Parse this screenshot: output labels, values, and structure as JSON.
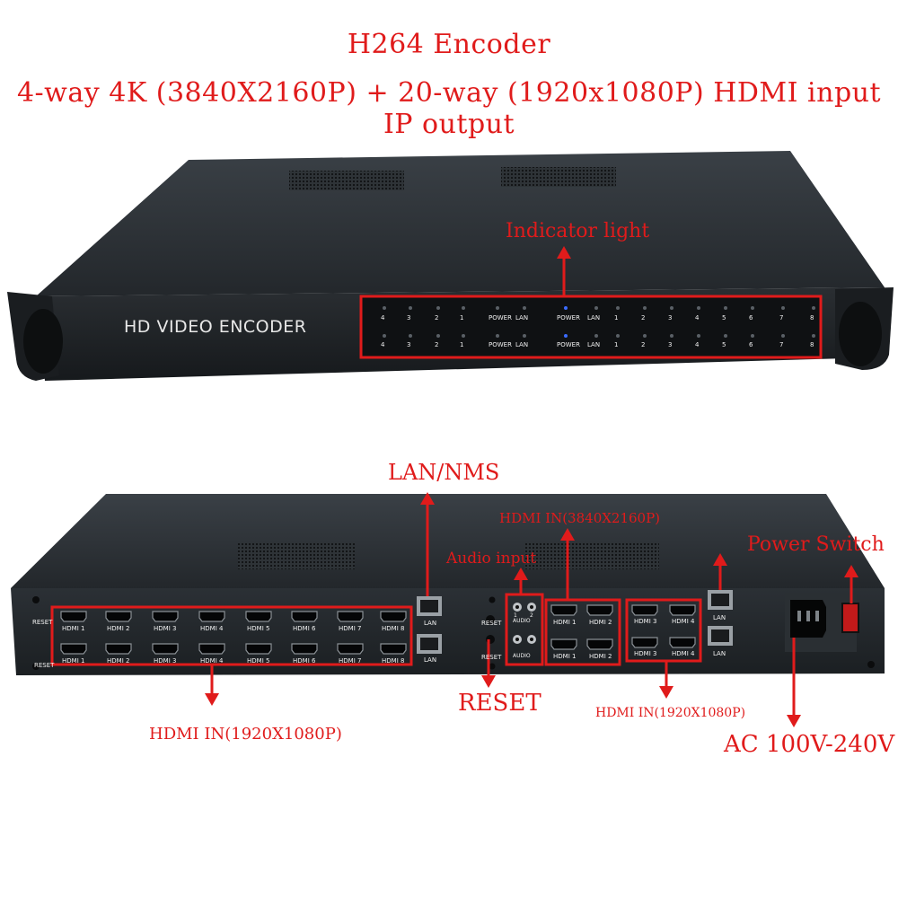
{
  "title": {
    "line1": "H264 Encoder",
    "line2": "4-way 4K (3840X2160P) + 20-way (1920x1080P) HDMI input IP output"
  },
  "front": {
    "brand": "HD VIDEO ENCODER",
    "panel_top": [
      "4",
      "3",
      "2",
      "1",
      "POWER",
      "LAN",
      "POWER",
      "LAN",
      "1",
      "2",
      "3",
      "4",
      "5",
      "6",
      "7",
      "8"
    ],
    "panel_bottom": [
      "4",
      "3",
      "2",
      "1",
      "POWER",
      "LAN",
      "POWER",
      "LAN",
      "1",
      "2",
      "3",
      "4",
      "5",
      "6",
      "7",
      "8"
    ]
  },
  "rear": {
    "hdmi_top": [
      "HDMI 1",
      "HDMI 2",
      "HDMI 3",
      "HDMI 4",
      "HDMI 5",
      "HDMI 6",
      "HDMI 7",
      "HDMI 8"
    ],
    "hdmi_bottom": [
      "HDMI 1",
      "HDMI 2",
      "HDMI 3",
      "HDMI 4",
      "HDMI 5",
      "HDMI 6",
      "HDMI 7",
      "HDMI 8"
    ],
    "reset_label": "RESET",
    "lan_label": "LAN",
    "audio_label": "AUDIO",
    "audio_channels": [
      "1",
      "2"
    ],
    "hdmi4k_top": [
      "HDMI 1",
      "HDMI 2"
    ],
    "hdmi4k_bottom": [
      "HDMI 1",
      "HDMI 2"
    ],
    "hdmi_right_top": [
      "HDMI 3",
      "HDMI 4"
    ],
    "hdmi_right_bottom": [
      "HDMI 3",
      "HDMI 4"
    ]
  },
  "callouts": {
    "indicator": "Indicator light",
    "lan_nms": "LAN/NMS",
    "hdmi_4k": "HDMI IN(3840X2160P)",
    "audio_input": "Audio input",
    "power_switch": "Power Switch",
    "reset": "RESET",
    "hdmi_1080_left": "HDMI IN(1920X1080P)",
    "hdmi_1080_right": "HDMI IN(1920X1080P)",
    "ac_power": "AC 100V-240V"
  },
  "colors": {
    "callout_red": "#e01b1b",
    "chassis": "#1f2326",
    "chassis_top": "#2b3034",
    "panel": "#15181b"
  }
}
